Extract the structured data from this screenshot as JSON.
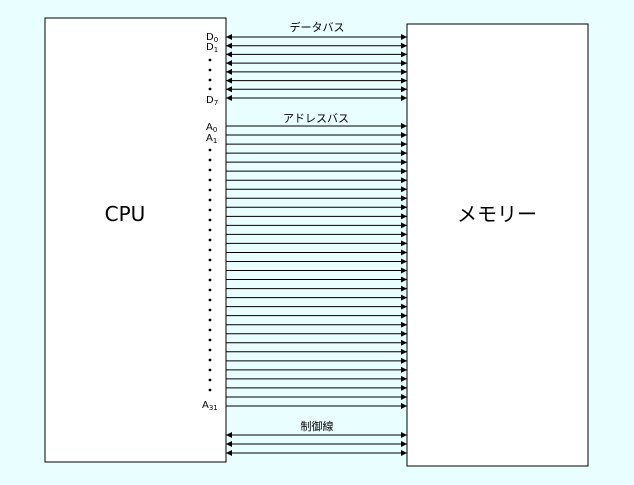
{
  "colors": {
    "background": "#e9feff",
    "box_fill": "#ffffff",
    "line": "#000000"
  },
  "cpu": {
    "label": "CPU"
  },
  "memory": {
    "label": "メモリー"
  },
  "data_bus": {
    "title": "データバス",
    "lines": 8,
    "direction": "bidirectional",
    "first_label": {
      "main": "D",
      "sub": "0"
    },
    "second_label": {
      "main": "D",
      "sub": "1"
    },
    "last_label": {
      "main": "D",
      "sub": "7"
    }
  },
  "address_bus": {
    "title": "アドレスバス",
    "lines": 32,
    "direction": "cpu-to-memory",
    "first_label": {
      "main": "A",
      "sub": "0"
    },
    "second_label": {
      "main": "A",
      "sub": "1"
    },
    "last_label": {
      "main": "A",
      "sub": "31"
    }
  },
  "control_bus": {
    "title": "制御線",
    "lines": 3,
    "direction": "bidirectional"
  }
}
